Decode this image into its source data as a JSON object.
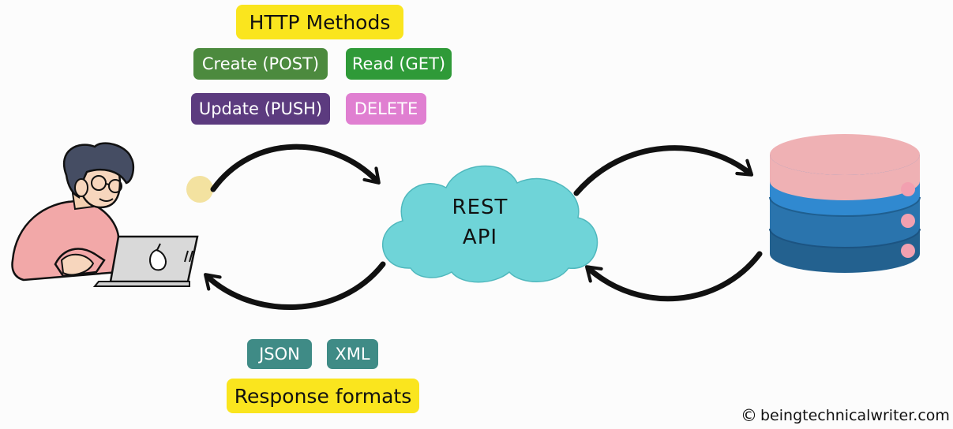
{
  "http_methods": {
    "title": "HTTP Methods",
    "methods": [
      {
        "label": "Create (POST)",
        "color": "#4c8a3e"
      },
      {
        "label": "Read (GET)",
        "color": "#2f9a38"
      },
      {
        "label": "Update (PUSH)",
        "color": "#5c3b7f"
      },
      {
        "label": "DELETE",
        "color": "#e07fd1"
      }
    ]
  },
  "center": {
    "line1": "REST",
    "line2": "API"
  },
  "response": {
    "title": "Response formats",
    "formats": [
      {
        "label": "JSON",
        "color": "#3f8b86"
      },
      {
        "label": "XML",
        "color": "#3f8b86"
      }
    ]
  },
  "credit": {
    "symbol": "©",
    "text": "beingtechnicalwriter.com"
  },
  "colors": {
    "label_highlight": "#fae51e",
    "cloud": "#6fd4d8",
    "db_top": "#efb1b4",
    "db_blue": "#2f83c9",
    "db_dots": "#f2a0b0",
    "person_shirt": "#f2a8a8"
  },
  "icons": {
    "client": "person-with-laptop-icon",
    "database": "database-icon",
    "laptop_logo": "pear-logo-icon",
    "request": "curved-arrow-right-icon",
    "response": "curved-arrow-left-icon"
  }
}
